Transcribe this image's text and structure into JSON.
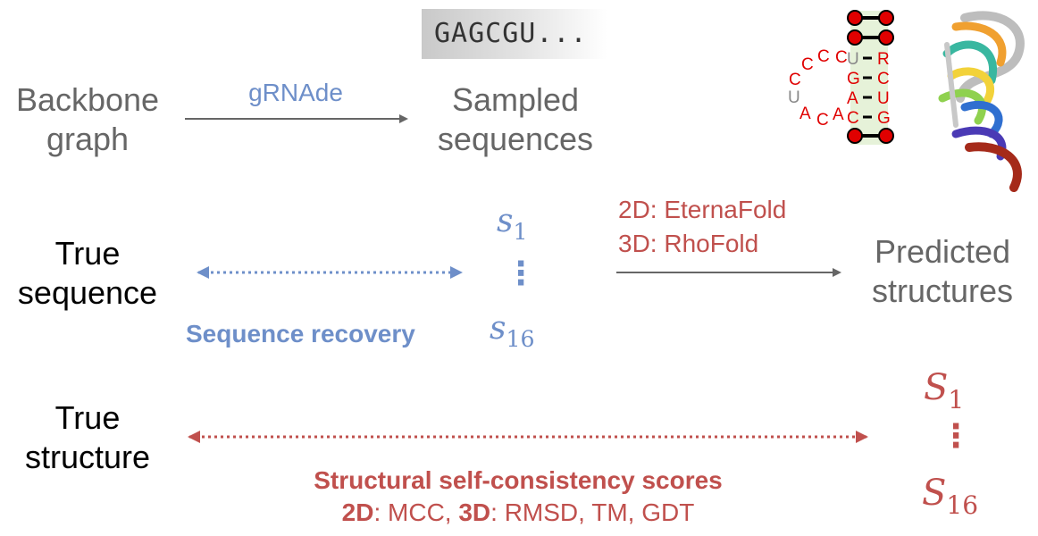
{
  "input": {
    "backbone_line1": "Backbone",
    "backbone_line2": "graph"
  },
  "model": {
    "label": "gRNAde"
  },
  "output": {
    "sampled_line1": "Sampled",
    "sampled_line2": "sequences",
    "sequence_example": "GAGCGU..."
  },
  "samples": {
    "s_first": "s",
    "s_first_sub": "1",
    "s_dots": "⋮",
    "s_last": "s",
    "s_last_sub": "16"
  },
  "folding": {
    "tool_2d": "2D: EternaFold",
    "tool_3d": "3D: RhoFold"
  },
  "predicted": {
    "line1": "Predicted",
    "line2": "structures",
    "S_first": "S",
    "S_first_sub": "1",
    "S_dots": "⋮",
    "S_last": "S",
    "S_last_sub": "16"
  },
  "true_sequence": {
    "line1": "True",
    "line2": "sequence"
  },
  "true_structure": {
    "line1": "True",
    "line2": "structure"
  },
  "metrics": {
    "sequence_recovery": "Sequence recovery",
    "structural_title": "Structural self-consistency scores",
    "structural_2d_prefix": "2D",
    "structural_2d_rest": ": MCC, ",
    "structural_3d_prefix": "3D",
    "structural_3d_rest": ": RMSD, TM, GDT"
  },
  "secondary_structure": {
    "loop_letters": [
      "C",
      "C",
      "C",
      "C",
      "U",
      "A",
      "C",
      "A",
      "C"
    ],
    "pairs_left": [
      "U",
      "G",
      "A",
      "C"
    ],
    "pairs_right": [
      "R",
      "C",
      "U",
      "G"
    ]
  },
  "colors": {
    "grey_text": "#666666",
    "blue": "#6e8fc9",
    "red": "#c0504d",
    "nucleotide_red": "#e00000"
  }
}
